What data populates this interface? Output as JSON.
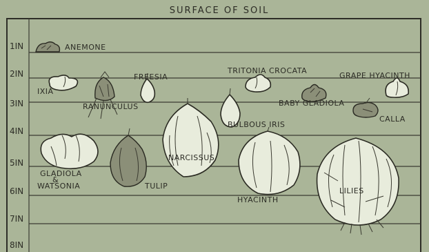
{
  "title": "SURFACE OF SOIL",
  "depths": [
    "1IN",
    "2IN",
    "3IN",
    "4IN",
    "5IN",
    "6IN",
    "7IN",
    "8IN"
  ],
  "plants": {
    "anemone": "ANEMONE",
    "ixia": "IXIA",
    "ranunculus": "RANUNCULUS",
    "freesia": "FREESIA",
    "tritonia": "TRITONIA CROCATA",
    "grape_hyacinth": "GRAPE HYACINTH",
    "baby_gladiola": "BABY GLADIOLA",
    "calla": "CALLA",
    "bulbous_iris": "BULBOUS IRIS",
    "narcissus": "NARCISSUS",
    "gladiola": "GLADIOLA",
    "amp": "&",
    "watsonia": "WATSONIA",
    "tulip": "TULIP",
    "hyacinth": "HYACINTH",
    "lilies": "LILIES"
  }
}
